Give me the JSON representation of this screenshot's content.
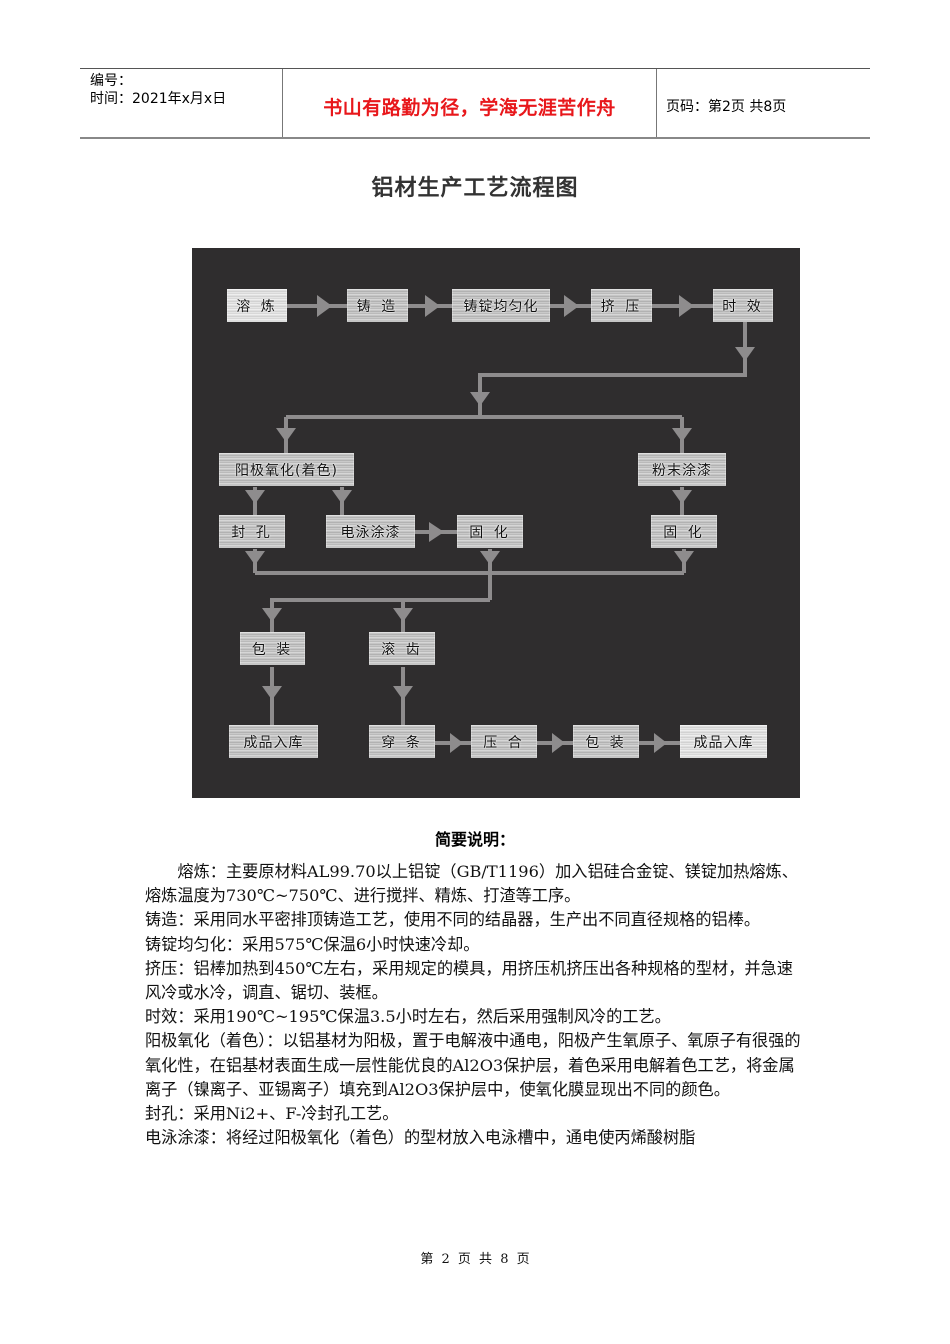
{
  "header": {
    "number_label": "编号：",
    "date_line": "时间：2021年x月x日",
    "motto": "书山有路勤为径，学海无涯苦作舟",
    "page_info": "页码：第2页  共8页"
  },
  "title": "铝材生产工艺流程图",
  "diagram": {
    "background": "#2f2d2e",
    "line_color": "#8e8c8d",
    "nodes": {
      "melting": "溶 炼",
      "casting": "铸 造",
      "homogenizing": "铸锭均匀化",
      "extrusion": "挤 压",
      "aging": "时 效",
      "anodizing": "阳极氧化(着色)",
      "powder_coating": "粉末涂漆",
      "sealing": "封 孔",
      "electrophoretic": "电泳涂漆",
      "curing_1": "固 化",
      "curing_2": "固 化",
      "packing_1": "包 装",
      "knurling": "滚 齿",
      "warehouse_1": "成品入库",
      "threading": "穿 条",
      "pressing": "压 合",
      "packing_2": "包 装",
      "warehouse_2": "成品入库"
    }
  },
  "summary": {
    "title": "简要说明：",
    "paragraphs": [
      "熔炼：主要原材料AL99.70以上铝锭（GB/T1196）加入铝硅合金锭、镁锭加热熔炼、熔炼温度为730℃~750℃、进行搅拌、精炼、打渣等工序。",
      "铸造：采用同水平密排顶铸造工艺，使用不同的结晶器，生产出不同直径规格的铝棒。",
      "铸锭均匀化：采用575℃保温6小时快速冷却。",
      "挤压：铝棒加热到450℃左右，采用规定的模具，用挤压机挤压出各种规格的型材，并急速风冷或水冷，调直、锯切、装框。",
      "时效：采用190℃~195℃保温3.5小时左右，然后采用强制风冷的工艺。",
      "阳极氧化（着色）：以铝基材为阳极，置于电解液中通电，阳极产生氧原子、氧原子有很强的氧化性，在铝基材表面生成一层性能优良的Al2O3保护层，着色采用电解着色工艺，将金属离子（镍离子、亚锡离子）填充到Al2O3保护层中，使氧化膜显现出不同的颜色。",
      "封孔：采用Ni2+、F-冷封孔工艺。",
      "电泳涂漆：将经过阳极氧化（着色）的型材放入电泳槽中，通电使丙烯酸树脂"
    ]
  },
  "footer": "第 2 页 共 8 页"
}
